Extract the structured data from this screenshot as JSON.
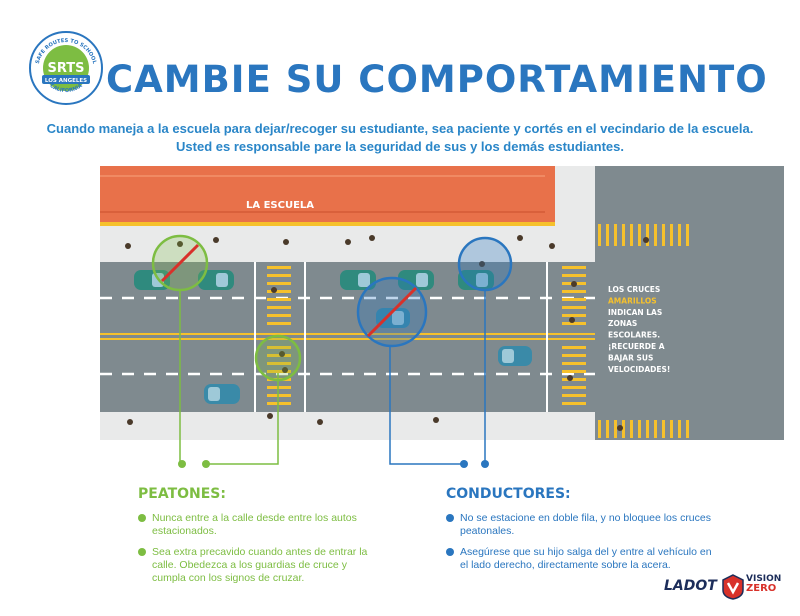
{
  "logo": {
    "arc_top": "SAFE ROUTES TO SCHOOL",
    "monogram": "SRTS",
    "banner": "LOS ANGELES",
    "arc_bottom": "CALIFORNIA",
    "colors": {
      "green": "#7dbd42",
      "blue": "#2a76bf"
    }
  },
  "title": "CAMBIE SU COMPORTAMIENTO",
  "intro": {
    "line1": "Cuando maneja a la escuela para dejar/recoger su estudiante, sea paciente y cortés en el vecindario de la escuela.",
    "line2": "Usted es responsable pare la seguridad de sus y los demás estudiantes."
  },
  "map": {
    "school_label": "LA ESCUELA",
    "crosswalk_note": [
      "LOS CRUCES",
      "AMARILLOS",
      "INDICAN LAS",
      "ZONAS",
      "ESCOLARES.",
      "¡RECUERDE A",
      "BAJAR SUS",
      "VELOCIDADES!"
    ],
    "colors": {
      "roof": "#e8714a",
      "road": "#7f8a8f",
      "sidewalk": "#e9eaea",
      "crosswalk": "#f6c12c",
      "car": "#2f8a7e",
      "car_blue": "#3a8aa8"
    }
  },
  "peatones": {
    "heading": "PEATONES:",
    "bullets": [
      "Nunca entre a la calle desde entre los autos estacionados.",
      "Sea extra precavido cuando antes de entrar la calle. Obedezca a los guardias de cruce y cumpla con los signos de cruzar."
    ]
  },
  "conductores": {
    "heading": "CONDUCTORES:",
    "bullets": [
      "No se estacione en doble fila, y no bloquee los cruces peatonales.",
      "Asegúrese que su hijo salga del y entre al vehículo en el lado derecho, directamente sobre la acera."
    ]
  },
  "footer": {
    "ladot": "LADOT",
    "vision": "VISION",
    "zero": "ZERO"
  },
  "accent_colors": {
    "blue": "#2a76bf",
    "green": "#7dbd42",
    "red": "#d8312a"
  }
}
